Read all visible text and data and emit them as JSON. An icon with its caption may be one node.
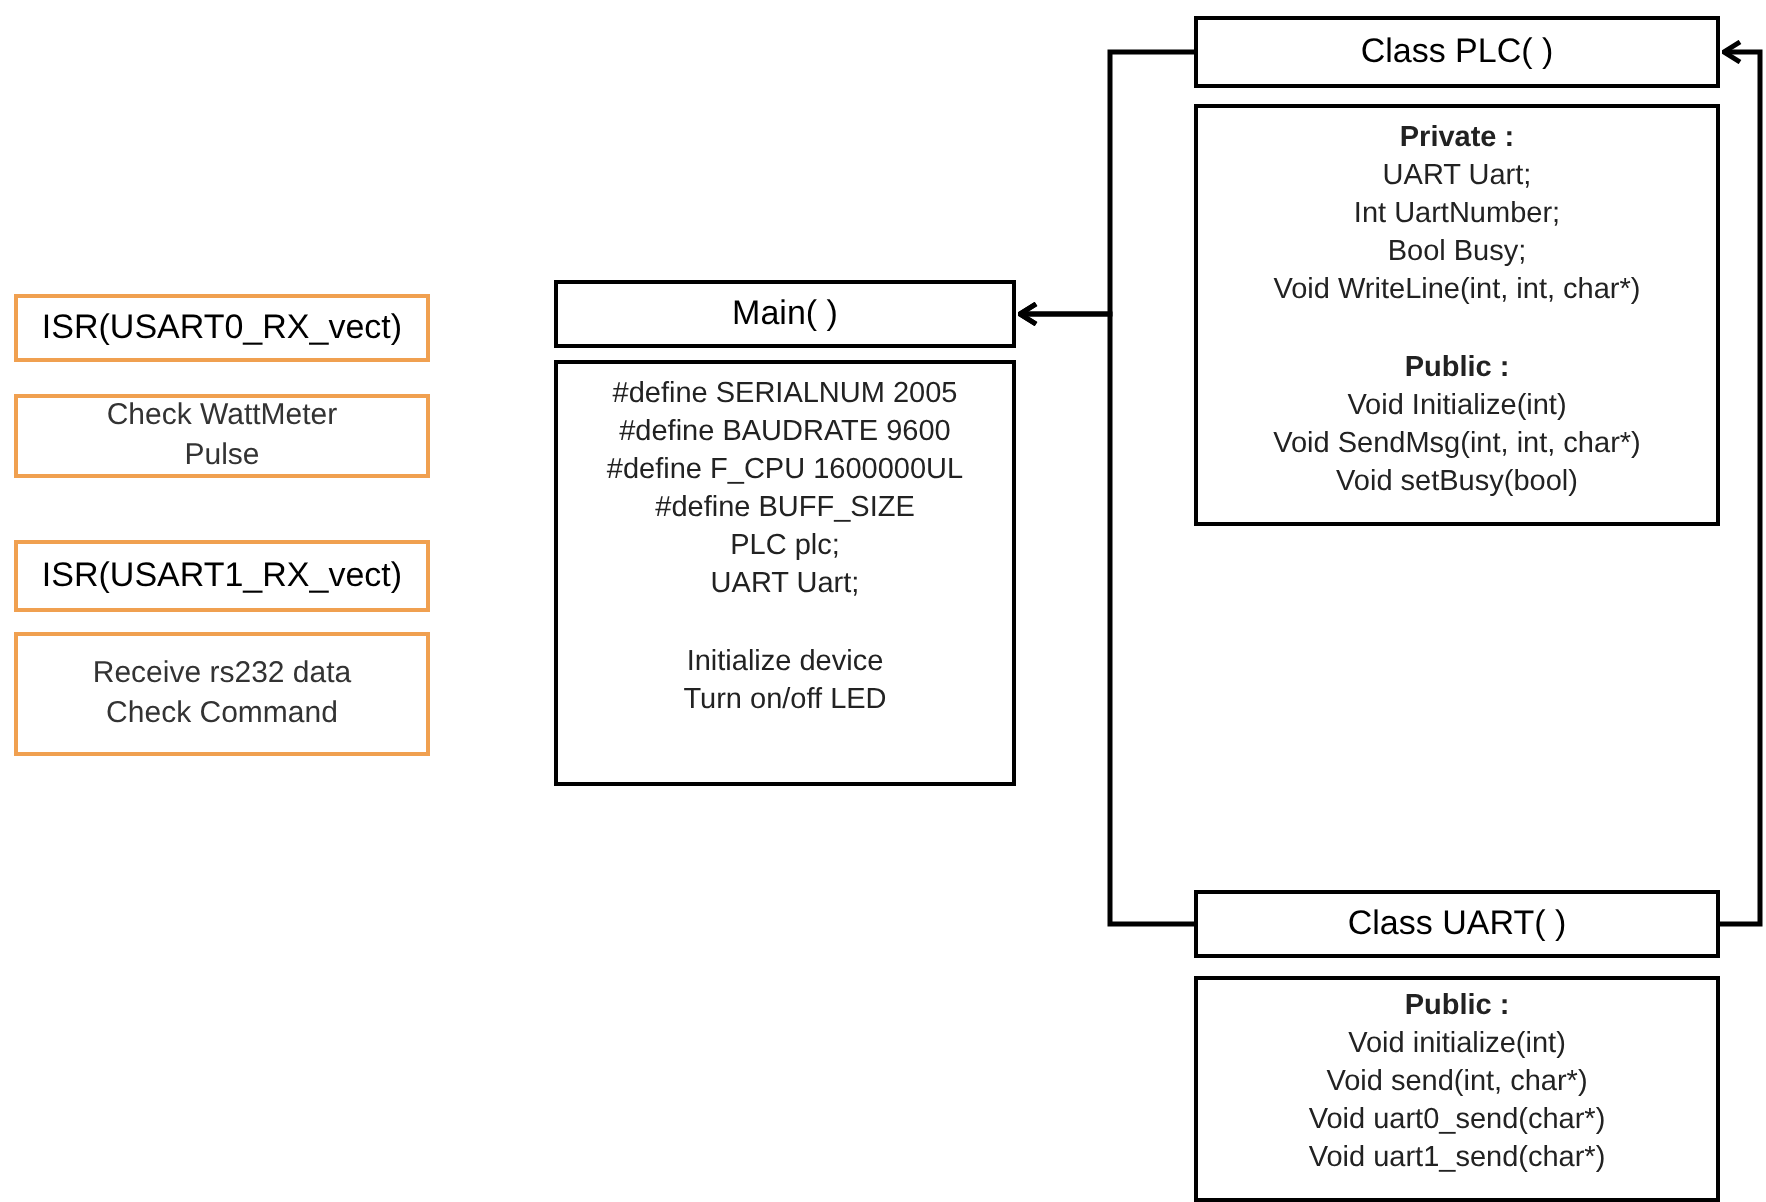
{
  "diagram": {
    "nodes": [
      {
        "text": [
          "ISR(USART0_RX_vect)"
        ]
      },
      {
        "text": [
          "Check WattMeter Pulse"
        ]
      },
      {
        "text": [
          "ISR(USART1_RX_vect)"
        ]
      },
      {
        "text": [
          "Receive rs232 data Check Command"
        ]
      },
      {
        "text": [
          "Main( )"
        ]
      },
      {
        "text": [
          "#define SERIALNUM 2005",
          "#define BAUDRATE 9600",
          "#define F_CPU 1600000UL",
          "#define BUFF_SIZE",
          "PLC plc;",
          "UART Uart;",
          "Initialize device",
          "Turn on/off LED"
        ]
      },
      {
        "text": [
          "Class PLC( )"
        ]
      },
      {
        "text": [
          "**Private :**",
          "UART Uart;",
          "Int UartNumber;",
          "Bool Busy;",
          "Void WriteLine(int, int, char*)",
          "**Public :**",
          "Void Initialize(int)",
          "Void SendMsg(int, int, char*)",
          "Void setBusy(bool)"
        ]
      },
      {
        "text": [
          "Class UART( )"
        ]
      },
      {
        "text": [
          "**Public :**",
          "Void initialize(int)",
          "Void send(int, char*)",
          "Void uart0_send(char*)",
          "Void uart1_send(char*)"
        ]
      }
    ],
    "edges": [
      {
        "from": 6,
        "to": 4,
        "arrow": "to"
      },
      {
        "from": 8,
        "to": 4,
        "arrow": "to"
      },
      {
        "from": 8,
        "to": 6,
        "arrow": "to"
      }
    ]
  }
}
